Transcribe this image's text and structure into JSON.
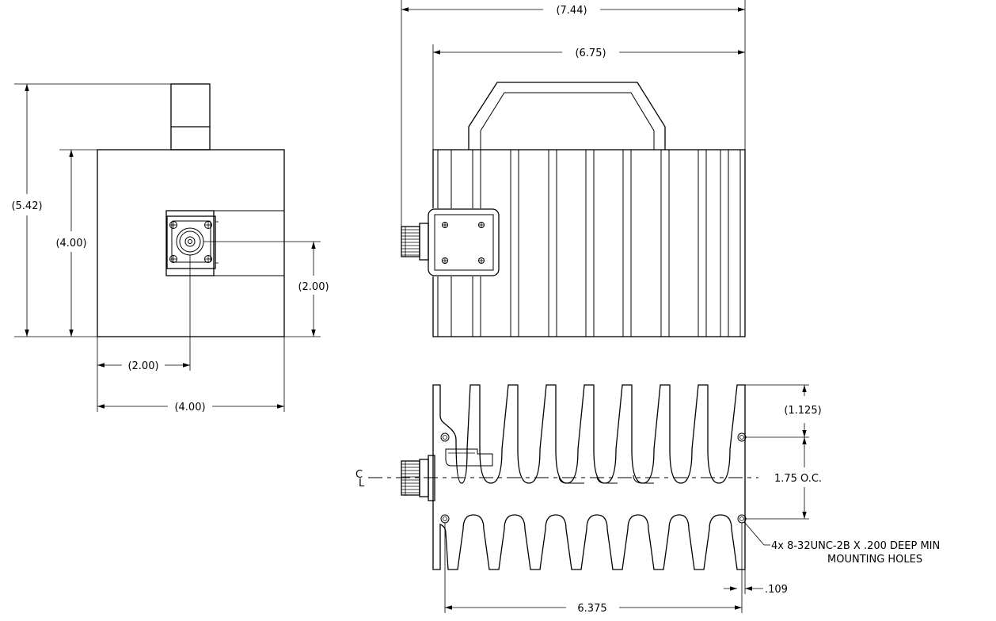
{
  "front_view": {
    "overall_height": "(5.42)",
    "body_height": "(4.00)",
    "connector_height": "(2.00)",
    "connector_offset": "(2.00)",
    "body_width": "(4.00)"
  },
  "side_view": {
    "overall_length": "(7.44)",
    "body_length": "(6.75)"
  },
  "top_view": {
    "hole_offset": "(1.125)",
    "hole_spacing": "1.75 O.C.",
    "centerline_symbol_c": "C",
    "centerline_symbol_l": "L",
    "note_line1": "4x 8-32UNC-2B X .200 DEEP MIN",
    "note_line2": "MOUNTING HOLES",
    "edge_offset": ".109",
    "hole_pitch": "6.375"
  }
}
